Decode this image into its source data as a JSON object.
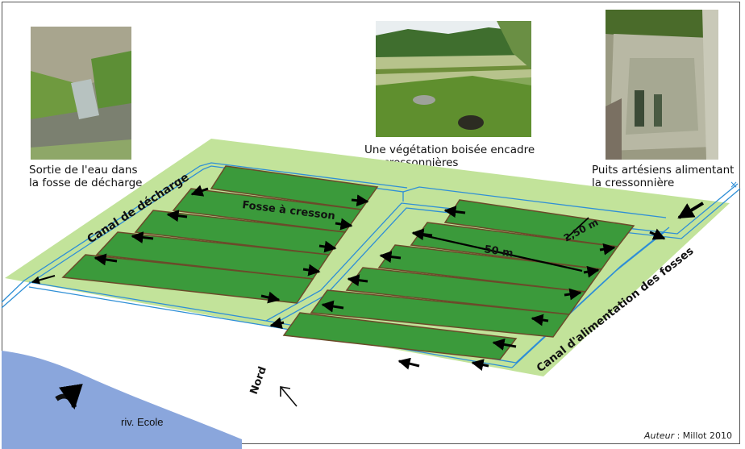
{
  "photos": [
    {
      "name": "decharge-photo",
      "caption": "Sortie de l'eau dans\nla fosse de décharge"
    },
    {
      "name": "vegetation-photo",
      "caption": "Une végétation boisée encadre\nles cressonnières"
    },
    {
      "name": "puits-photo",
      "caption": "Puits artésiens alimentant\nla cressonnière"
    }
  ],
  "labels": {
    "canal_decharge": "Canal de décharge",
    "fosse_cresson": "Fosse à cresson",
    "canal_alimentation": "Canal d'alimentation des fosses",
    "length": "50 m",
    "width": "2,50 m",
    "nord": "Nord",
    "river": "riv. Ecole"
  },
  "credit": {
    "prefix": "Auteur",
    "text": " : Millot 2010"
  },
  "colors": {
    "field": "#c2e39a",
    "bed": "#3b9a3b",
    "bed_border": "#6b4a2a",
    "canal": "#2f8fd6",
    "river": "#8aa6dc",
    "arrow": "#000000"
  },
  "icons": [
    "flow-arrow-icon",
    "north-arrow-icon",
    "river-arrow-icon"
  ]
}
